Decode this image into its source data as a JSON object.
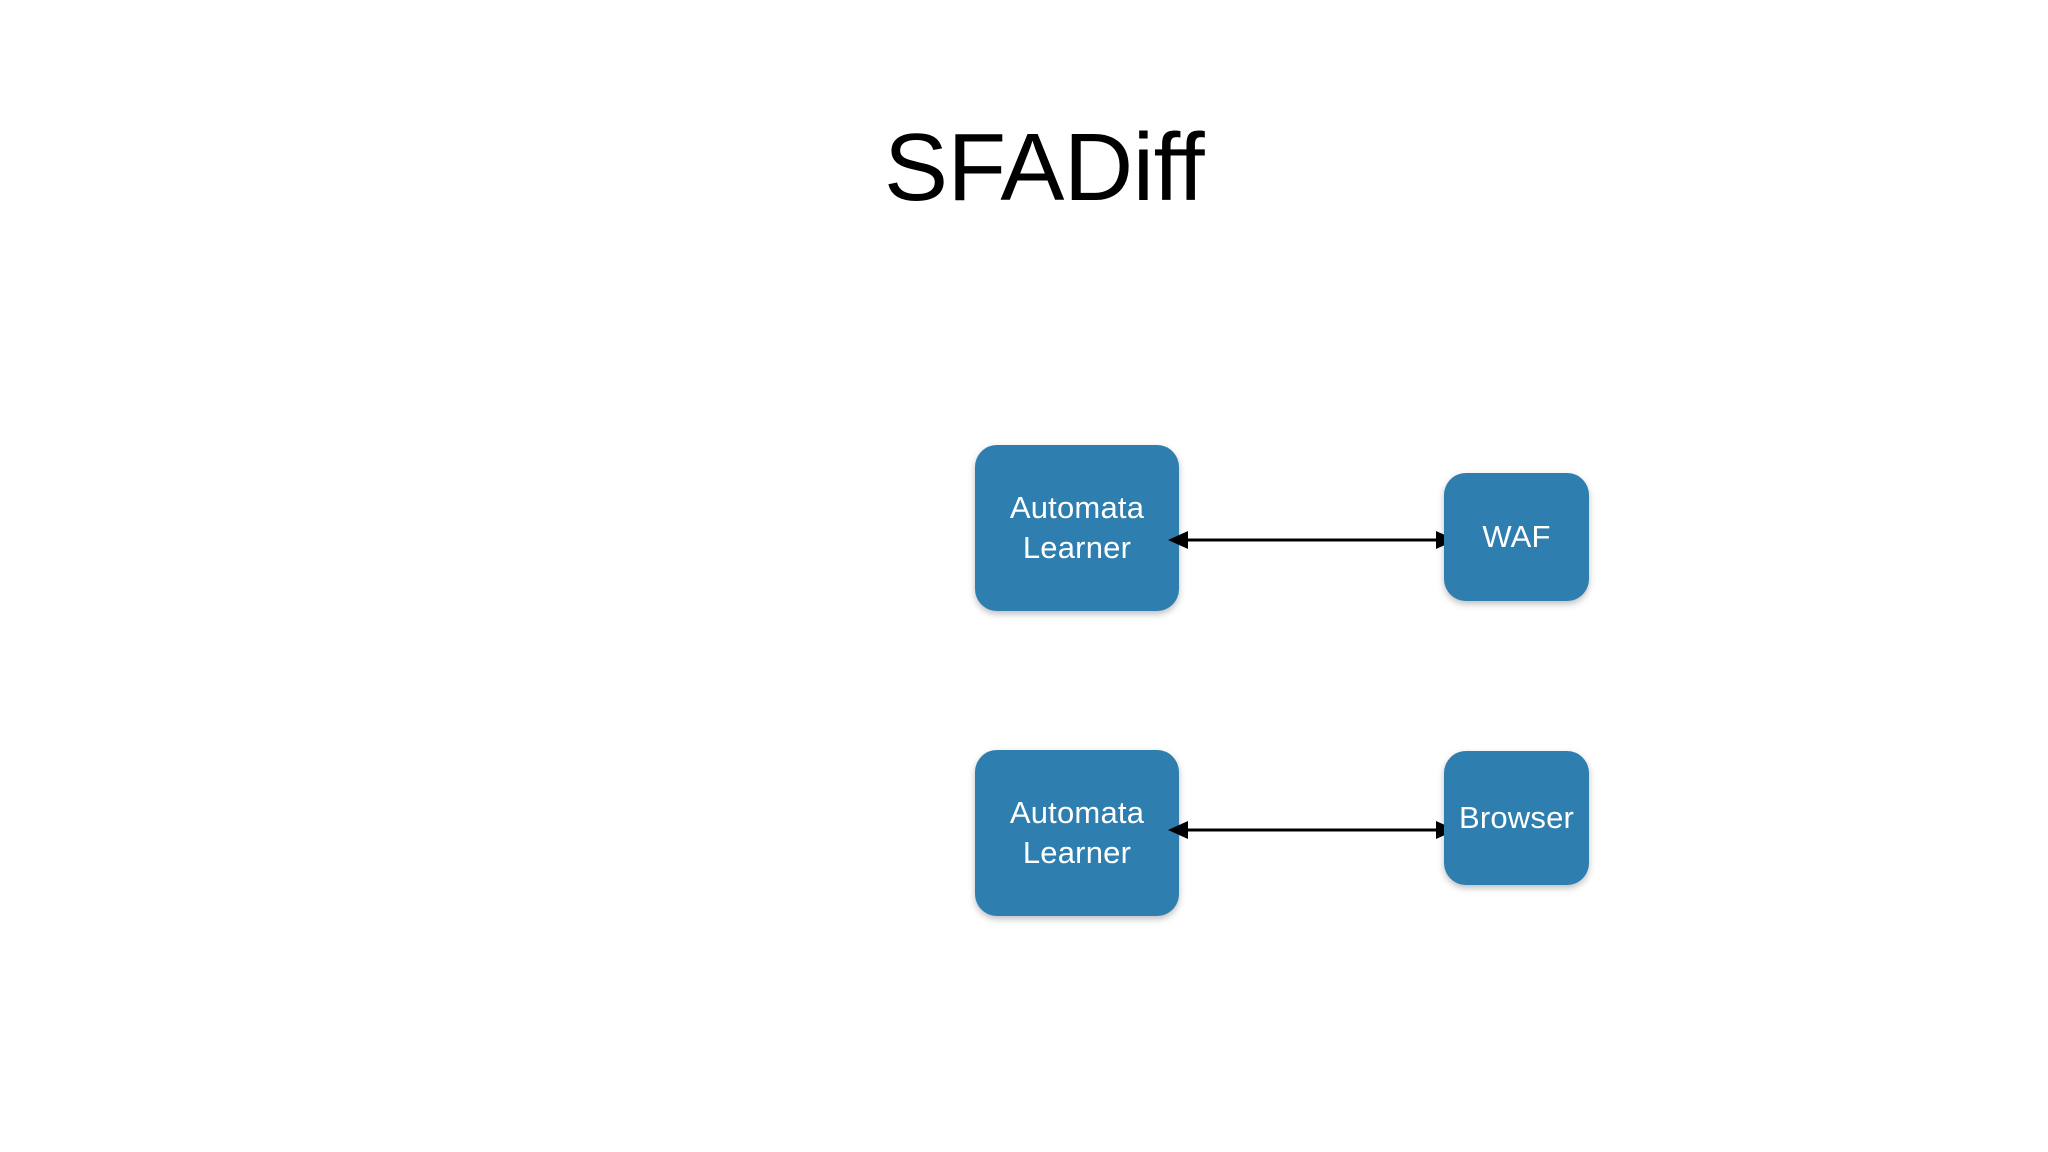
{
  "slide": {
    "title": "SFADiff",
    "background_color": "#ffffff",
    "title_color": "#000000"
  },
  "theme": {
    "node_fill": "#2E7EB0",
    "node_text_color": "#ffffff",
    "arrow_color": "#000000"
  },
  "diagram": {
    "type": "block-diagram",
    "rows": [
      {
        "id": "row-waf",
        "left_node": {
          "label": "Automata\nLearner",
          "name": "automata-learner-1"
        },
        "right_node": {
          "label": "WAF",
          "name": "waf"
        },
        "connector": {
          "style": "double-arrow",
          "name": "connector-learner-waf"
        }
      },
      {
        "id": "row-browser",
        "left_node": {
          "label": "Automata\nLearner",
          "name": "automata-learner-2"
        },
        "right_node": {
          "label": "Browser",
          "name": "browser"
        },
        "connector": {
          "style": "double-arrow",
          "name": "connector-learner-browser"
        }
      }
    ]
  },
  "nodes": {
    "learner_1_label": "Automata\nLearner",
    "waf_label": "WAF",
    "learner_2_label": "Automata\nLearner",
    "browser_label": "Browser"
  }
}
